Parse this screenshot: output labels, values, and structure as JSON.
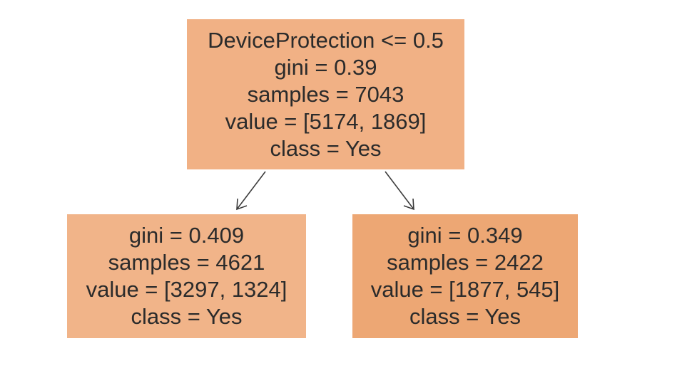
{
  "nodes": {
    "root": {
      "condition": "DeviceProtection <= 0.5",
      "gini": "gini = 0.39",
      "samples": "samples = 7043",
      "value": "value = [5174, 1869]",
      "class": "class = Yes",
      "color": "#f1b185"
    },
    "left": {
      "gini": "gini = 0.409",
      "samples": "samples = 4621",
      "value": "value = [3297, 1324]",
      "class": "class = Yes",
      "color": "#f1b489"
    },
    "right": {
      "gini": "gini = 0.349",
      "samples": "samples = 2422",
      "value": "value = [1877, 545]",
      "class": "class = Yes",
      "color": "#eda774"
    }
  },
  "edge_color": "#3c3c3c"
}
